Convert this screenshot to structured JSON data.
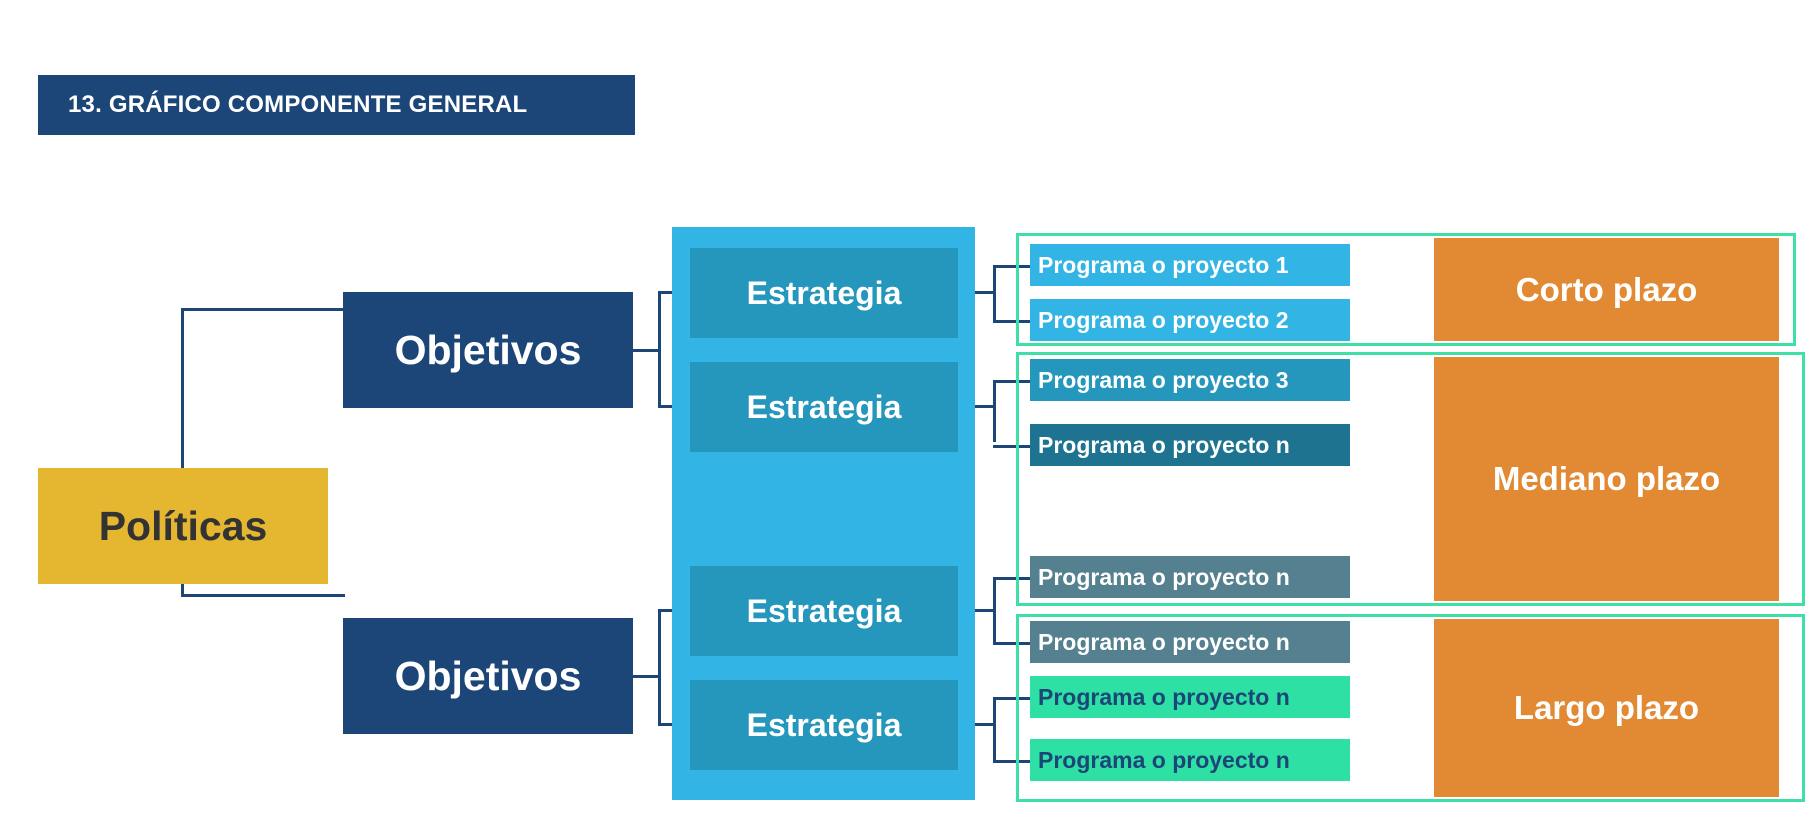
{
  "header": {
    "title": "13. GRÁFICO COMPONENTE GENERAL",
    "banner_color": "#1b4677"
  },
  "diagram": {
    "root": {
      "label": "Políticas",
      "color": "#e5b731",
      "text_color": "#333333"
    },
    "objectives": [
      {
        "label": "Objetivos",
        "color": "#1b4677"
      },
      {
        "label": "Objetivos",
        "color": "#1b4677"
      }
    ],
    "strategy_panel_color": "#32b4e5",
    "strategies": [
      {
        "label": "Estrategia",
        "color": "#2596bc"
      },
      {
        "label": "Estrategia",
        "color": "#2596bc"
      },
      {
        "label": "Estrategia",
        "color": "#2596bc"
      },
      {
        "label": "Estrategia",
        "color": "#2596bc"
      }
    ],
    "programs": [
      {
        "label": "Programa o proyecto 1",
        "color": "#32b4e5"
      },
      {
        "label": "Programa o proyecto 2",
        "color": "#32b4e5"
      },
      {
        "label": "Programa o proyecto 3",
        "color": "#2596bc"
      },
      {
        "label": "Programa o proyecto n",
        "color": "#1d7390"
      },
      {
        "label": "Programa o proyecto n",
        "color": "#55808f"
      },
      {
        "label": "Programa o proyecto n",
        "color": "#55808f"
      },
      {
        "label": "Programa o proyecto n",
        "color": "#2ee0a4"
      },
      {
        "label": "Programa o proyecto n",
        "color": "#2ee0a4"
      }
    ],
    "timeframes": [
      {
        "label": "Corto plazo",
        "color": "#e28a33"
      },
      {
        "label": "Mediano plazo",
        "color": "#e28a33"
      },
      {
        "label": "Largo plazo",
        "color": "#e28a33"
      }
    ],
    "group_outline_color": "#3fe0a5",
    "connector_color": "#1b4677"
  }
}
